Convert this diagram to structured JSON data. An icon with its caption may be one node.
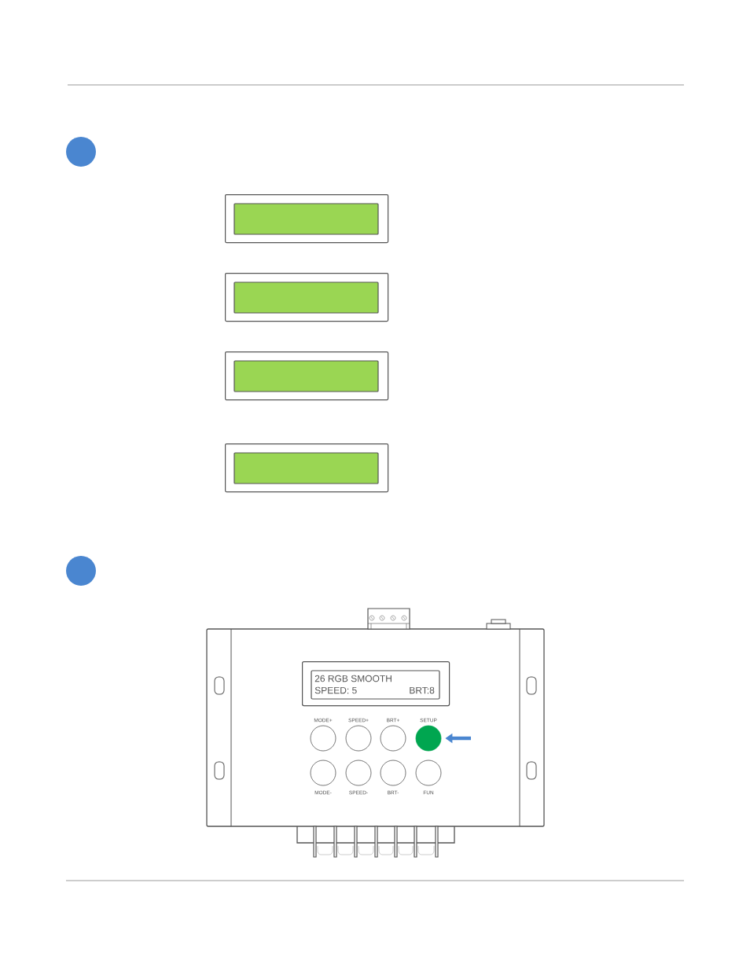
{
  "diagram": {
    "nodes": [
      {
        "text": [],
        "shape": "circle"
      },
      {
        "text": [],
        "shape": "box"
      },
      {
        "text": [],
        "shape": "box"
      },
      {
        "text": [],
        "shape": "box"
      },
      {
        "text": [],
        "shape": "box"
      },
      {
        "text": [],
        "shape": "circle"
      },
      {
        "text": [
          "26 RGB SMOOTH",
          "SPEED: 5",
          "BRT:8"
        ]
      },
      {
        "text": [],
        "shape": "circle",
        "beside": [
          "MODE+"
        ]
      },
      {
        "text": [],
        "shape": "circle",
        "beside": [
          "SPEED+"
        ]
      },
      {
        "text": [],
        "shape": "circle",
        "beside": [
          "BRT+"
        ]
      },
      {
        "text": [],
        "shape": "circle",
        "beside": [
          "SETUP"
        ]
      },
      {
        "text": [],
        "shape": "circle",
        "beside": [
          "MODE-"
        ]
      },
      {
        "text": [],
        "shape": "circle",
        "beside": [
          "SPEED-"
        ]
      },
      {
        "text": [],
        "shape": "circle",
        "beside": [
          "BRT-"
        ]
      },
      {
        "text": [],
        "shape": "circle",
        "beside": [
          "FUN"
        ]
      }
    ],
    "edges": [
      {
        "from": null,
        "to": 10,
        "arrow": "to"
      }
    ]
  }
}
